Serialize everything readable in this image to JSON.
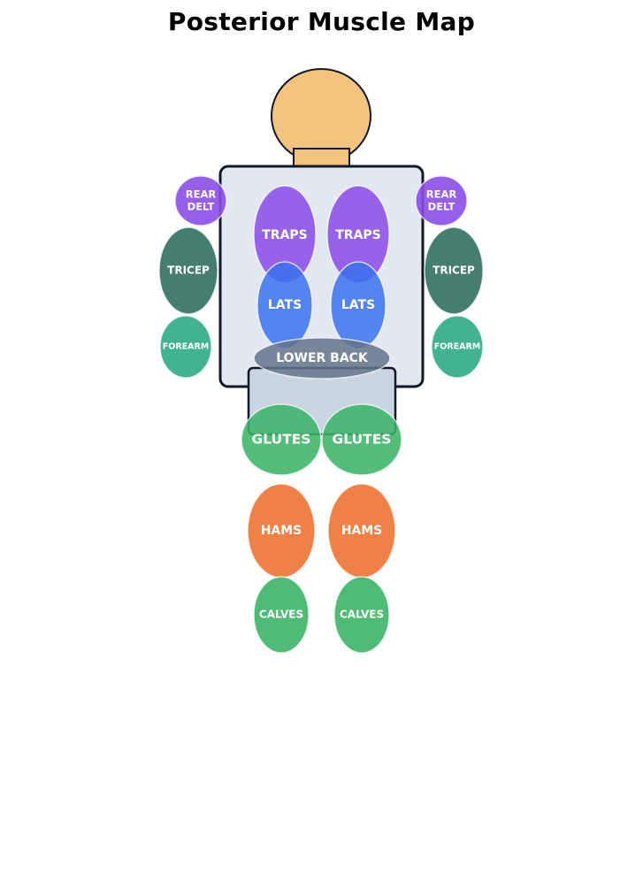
{
  "title": "Posterior Muscle Map",
  "colors": {
    "skin": "#f2c480",
    "outline": "#111827",
    "torso": "#e2e8f0",
    "pelvis": "#cbd5e1",
    "purple": "#8b4ee8",
    "blue": "#3b72ee",
    "teal_dark": "#2f7060",
    "teal": "#2eab84",
    "slate": "#64748b",
    "green": "#3bb468",
    "orange": "#ee7636"
  },
  "muscles": {
    "rear_delt_left": [
      "REAR",
      "DELT"
    ],
    "rear_delt_right": [
      "REAR",
      "DELT"
    ],
    "trap_left": "TRAPS",
    "trap_right": "TRAPS",
    "tricep_left": "TRICEP",
    "tricep_right": "TRICEP",
    "lat_left": "LATS",
    "lat_right": "LATS",
    "forearm_left": "FOREARM",
    "forearm_right": "FOREARM",
    "lower_back": "LOWER BACK",
    "glute_left": "GLUTES",
    "glute_right": "GLUTES",
    "ham_left": "HAMS",
    "ham_right": "HAMS",
    "calf_left": "CALVES",
    "calf_right": "CALVES"
  }
}
